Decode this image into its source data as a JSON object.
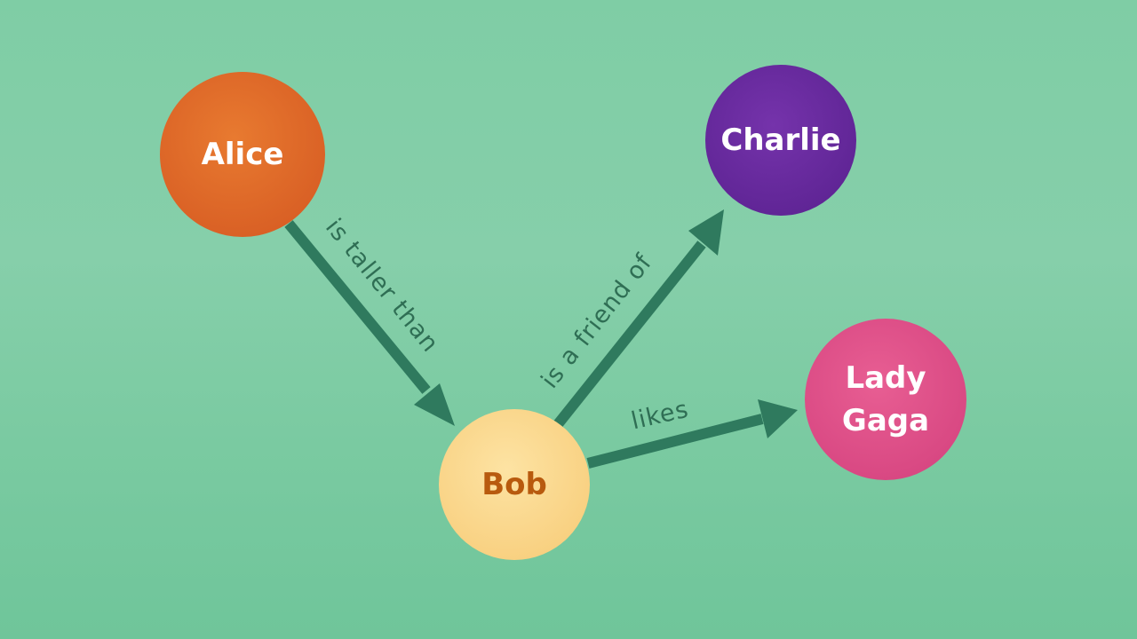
{
  "colors": {
    "edge": "#2f7a5e",
    "edge_label": "#2f6e54",
    "alice": "#e0692a",
    "bob": "#fbd88e",
    "bob_text": "#b85a0e",
    "charlie": "#6a2aa0",
    "lady_gaga": "#e0508a",
    "node_text": "#ffffff"
  },
  "nodes": {
    "alice": {
      "label": "Alice"
    },
    "bob": {
      "label": "Bob"
    },
    "charlie": {
      "label": "Charlie"
    },
    "lady_gaga": {
      "label_line1": "Lady",
      "label_line2": "Gaga"
    }
  },
  "edges": {
    "alice_bob": {
      "label": "is taller than"
    },
    "bob_charlie": {
      "label": "is a friend of"
    },
    "bob_lady_gaga": {
      "label": "likes"
    }
  }
}
